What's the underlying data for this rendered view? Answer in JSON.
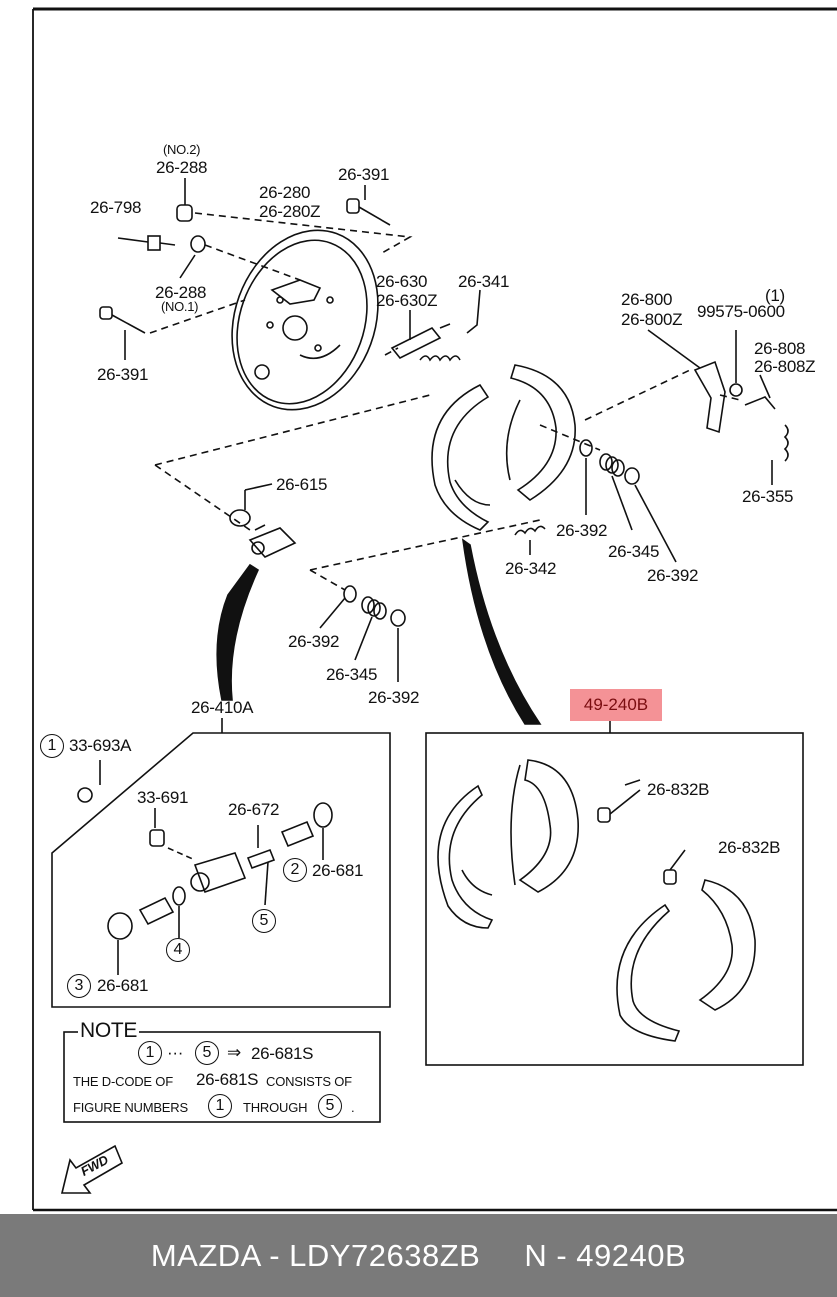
{
  "labels": {
    "no2": "(NO.2)",
    "p26_288_top": "26-288",
    "p26_798": "26-798",
    "p26_280": "26-280",
    "p26_280z": "26-280Z",
    "p26_391_top": "26-391",
    "p26_288_mid": "26-288",
    "no1": "(NO.1)",
    "p26_630": "26-630",
    "p26_630z": "26-630Z",
    "p26_341": "26-341",
    "p26_391_left": "26-391",
    "p26_800": "26-800",
    "p26_800z": "26-800Z",
    "p99575": "99575-0600",
    "note1": "(1)",
    "p26_808": "26-808",
    "p26_808z": "26-808Z",
    "p26_615": "26-615",
    "p26_355": "26-355",
    "p26_392_a": "26-392",
    "p26_345_a": "26-345",
    "p26_392_b": "26-392",
    "p26_342": "26-342",
    "p26_392_c": "26-392",
    "p26_345_b": "26-345",
    "p26_392_d": "26-392",
    "p26_410a": "26-410A",
    "p33_693a": "33-693A",
    "p33_691": "33-691",
    "p26_672": "26-672",
    "p26_681_2": "26-681",
    "p26_681_3": "26-681",
    "p49_240b": "49-240B",
    "p26_832b_a": "26-832B",
    "p26_832b_b": "26-832B"
  },
  "circled": {
    "c1": "1",
    "c2": "2",
    "c3": "3",
    "c4": "4",
    "c5": "5"
  },
  "note": {
    "title": "NOTE",
    "line1_start": "1",
    "line1_dots": "···",
    "line1_end": "5",
    "line1_arrow": "⇒",
    "line1_code": "26-681S",
    "line2_a": "THE D-CODE OF",
    "line2_code": "26-681S",
    "line2_b": "CONSISTS OF",
    "line3_a": "FIGURE NUMBERS",
    "line3_start": "1",
    "line3_mid": "THROUGH",
    "line3_end": "5",
    "line3_period": "."
  },
  "fwd": "FWD",
  "footer": {
    "brand_part": "MAZDA - LDY72638ZB",
    "ref": "N - 49240B"
  },
  "highlight_color": "#f06e73"
}
